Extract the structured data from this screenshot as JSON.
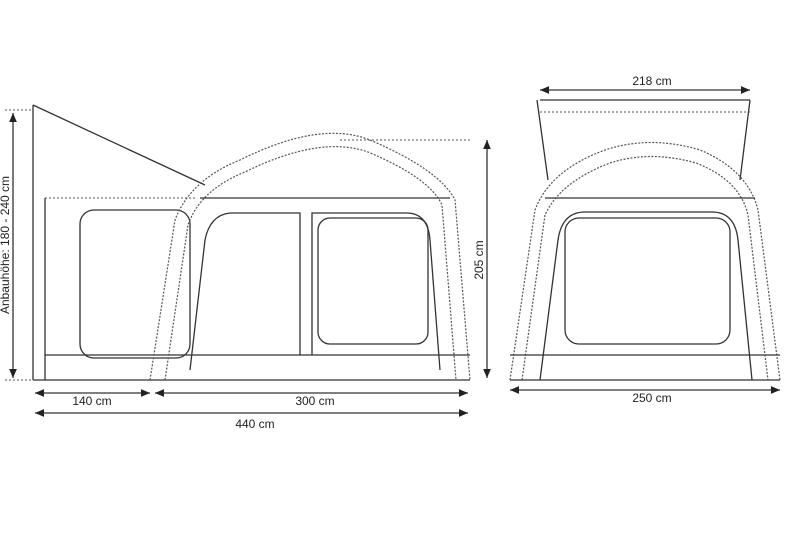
{
  "dimensions": {
    "attach_height": "Anbauhöhe: 180 - 240 cm",
    "left_width": "140 cm",
    "main_width": "300 cm",
    "total_width": "440 cm",
    "height": "205 cm",
    "side_width": "250 cm",
    "side_top_width": "218 cm"
  }
}
